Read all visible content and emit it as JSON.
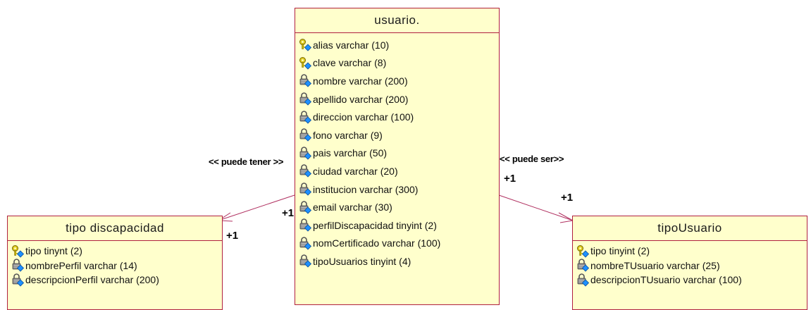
{
  "colors": {
    "border": "#b0203f",
    "fill": "#ffffcc",
    "line": "#b03060",
    "key_icon": "#c8b400",
    "diamond": "#1e90ff"
  },
  "entities": {
    "usuario": {
      "title": "usuario.",
      "attributes": [
        {
          "text": "alias varchar (10)",
          "icon": "primary-key-icon"
        },
        {
          "text": "clave varchar (8)",
          "icon": "primary-key-icon"
        },
        {
          "text": "nombre varchar (200)",
          "icon": "column-lock-icon"
        },
        {
          "text": "apellido varchar (200)",
          "icon": "column-lock-icon"
        },
        {
          "text": "direccion varchar (100)",
          "icon": "column-lock-icon"
        },
        {
          "text": "fono varchar (9)",
          "icon": "column-lock-icon"
        },
        {
          "text": "pais varchar (50)",
          "icon": "column-lock-icon"
        },
        {
          "text": "ciudad varchar (20)",
          "icon": "column-lock-icon"
        },
        {
          "text": "institucion varchar (300)",
          "icon": "column-lock-icon"
        },
        {
          "text": "email varchar (30)",
          "icon": "column-lock-icon"
        },
        {
          "text": "perfilDiscapacidad tinyint (2)",
          "icon": "column-lock-icon"
        },
        {
          "text": "nomCertificado varchar (100)",
          "icon": "column-lock-icon"
        },
        {
          "text": "tipoUsuarios tinyint (4)",
          "icon": "column-lock-icon"
        }
      ]
    },
    "tipo_discapacidad": {
      "title": "tipo discapacidad",
      "attributes": [
        {
          "text": "tipo tinynt (2)",
          "icon": "primary-key-icon"
        },
        {
          "text": "nombrePerfil varchar (14)",
          "icon": "column-lock-icon"
        },
        {
          "text": "descripcionPerfil varchar (200)",
          "icon": "column-lock-icon"
        }
      ]
    },
    "tipoUsuario": {
      "title": "tipoUsuario",
      "attributes": [
        {
          "text": "tipo tinyint (2)",
          "icon": "primary-key-icon"
        },
        {
          "text": "nombreTUsuario varchar (25)",
          "icon": "column-lock-icon"
        },
        {
          "text": "descripcionTUsuario varchar (100)",
          "icon": "column-lock-icon"
        }
      ]
    }
  },
  "relations": {
    "puede_tener": {
      "label": "<< puede tener >>",
      "mult_source": "+1",
      "mult_target": "+1"
    },
    "puede_ser": {
      "label": "<< puede ser>>",
      "mult_source": "+1",
      "mult_target": "+1"
    }
  }
}
